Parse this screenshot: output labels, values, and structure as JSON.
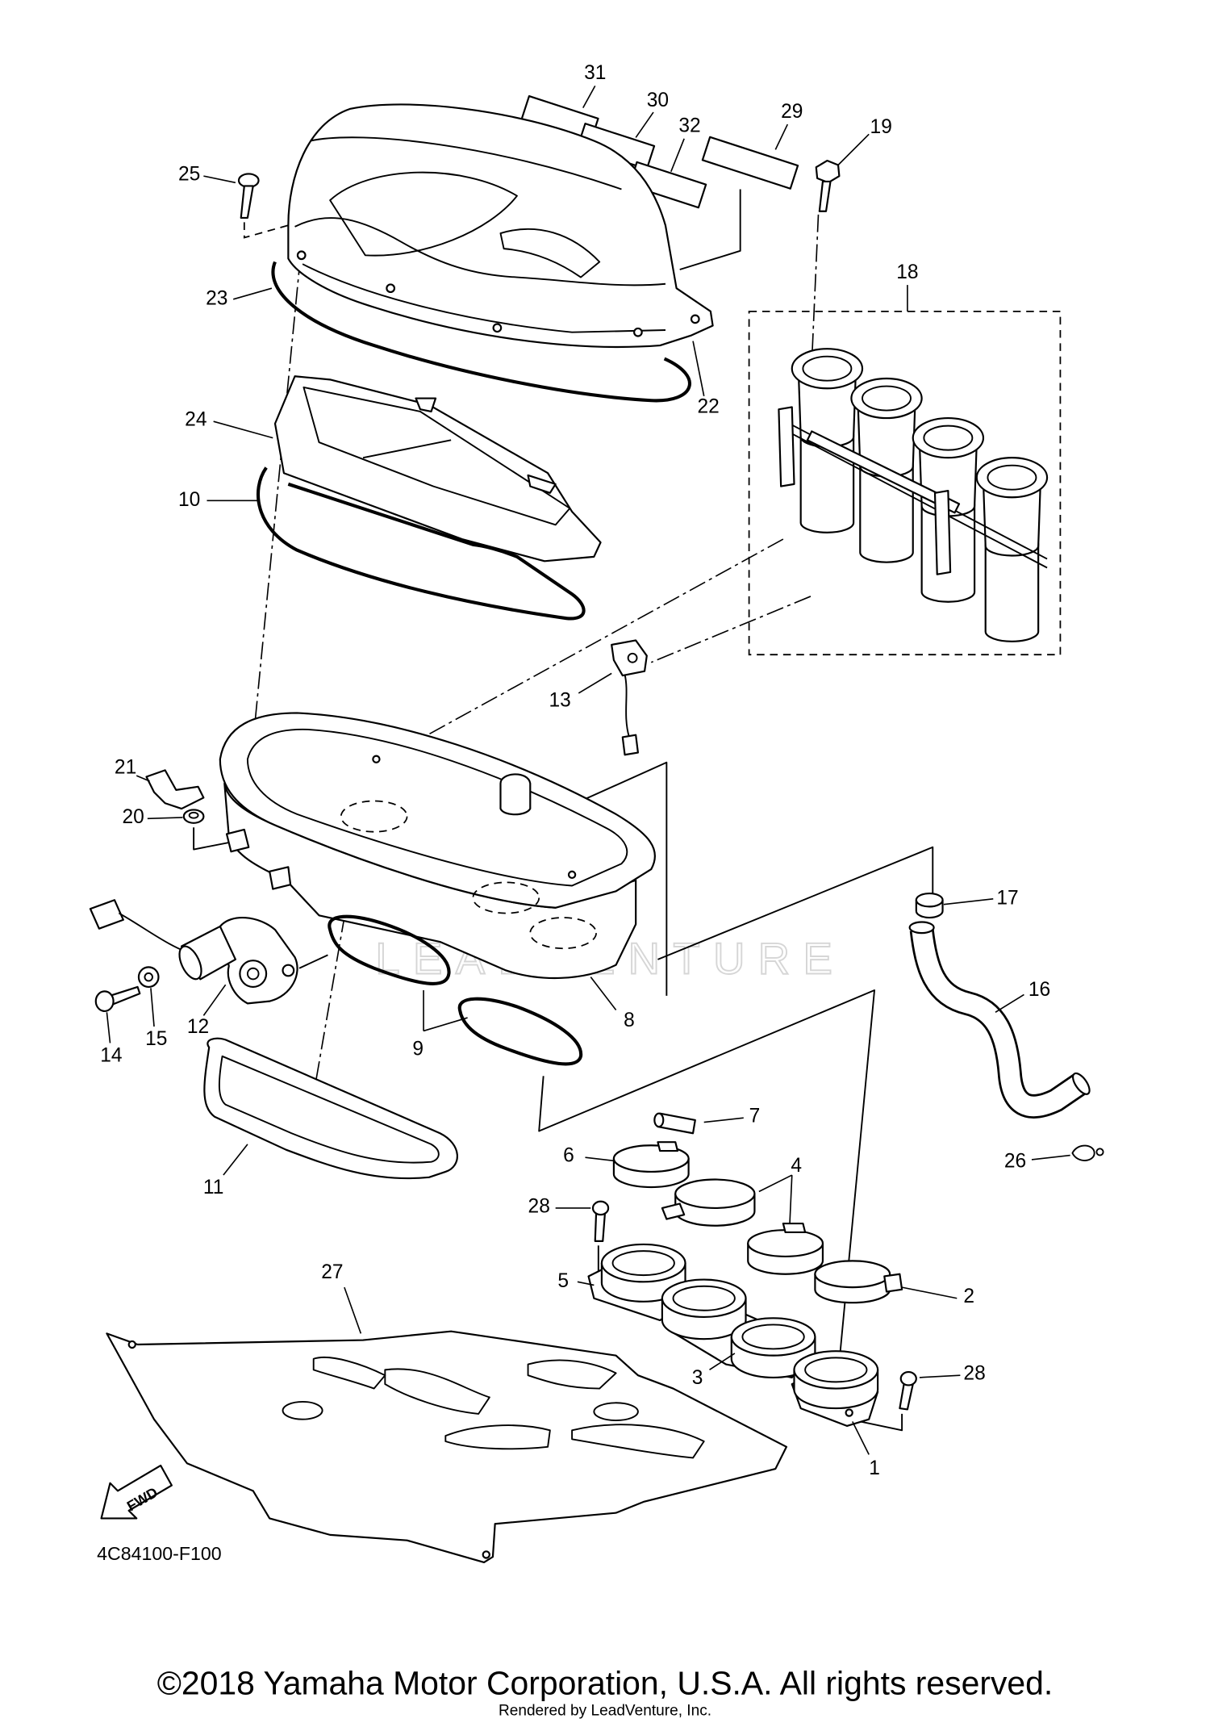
{
  "diagram": {
    "callouts": [
      "31",
      "30",
      "32",
      "29",
      "19",
      "25",
      "18",
      "23",
      "22",
      "24",
      "10",
      "13",
      "21",
      "20",
      "17",
      "16",
      "8",
      "12",
      "9",
      "15",
      "14",
      "7",
      "26",
      "6",
      "4",
      "11",
      "28",
      "5",
      "2",
      "27",
      "3",
      "28",
      "1"
    ],
    "fwd_label": "FWD",
    "diagram_code": "4C84100-F100",
    "watermark": "LEADVENTURE"
  },
  "footer": {
    "copyright": "©2018 Yamaha Motor Corporation, U.S.A. All rights reserved.",
    "rendered_by": "Rendered by LeadVenture, Inc."
  },
  "colors": {
    "line": "#000000",
    "background": "#ffffff",
    "watermark": "#d6d6d6"
  }
}
